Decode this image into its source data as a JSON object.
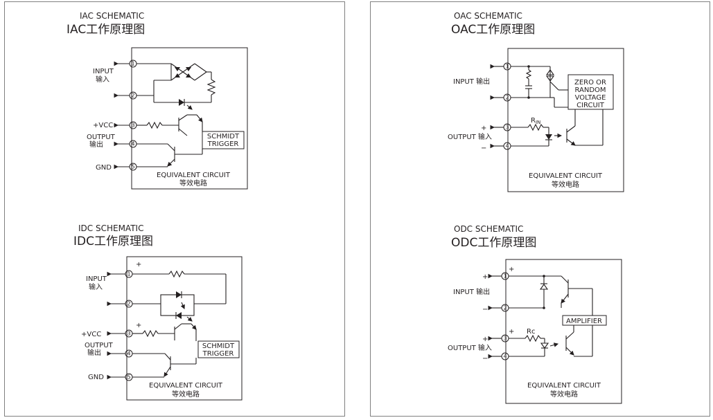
{
  "iac": {
    "subtitle": "IAC SCHEMATIC",
    "title": "IAC工作原理图",
    "pins": [
      "1",
      "2",
      "3",
      "4",
      "5"
    ],
    "input_en": "INPUT",
    "input_zh": "输入",
    "vcc": "+VCC",
    "output_en": "OUTPUT",
    "output_zh": "输出",
    "gnd": "GND",
    "trigger_1": "SCHMIDT",
    "trigger_2": "TRIGGER",
    "footer_en": "EQUIVALENT CIRCUIT",
    "footer_zh": "等效电路"
  },
  "idc": {
    "subtitle": "IDC SCHEMATIC",
    "title": "IDC工作原理图",
    "pins": [
      "1",
      "2",
      "3",
      "4",
      "5"
    ],
    "plus": "+",
    "input_en": "INPUT",
    "input_zh": "输入",
    "vcc": "+VCC",
    "output_en": "OUTPUT",
    "output_zh": "输出",
    "gnd": "GND",
    "trigger_1": "SCHMIDT",
    "trigger_2": "TRIGGER",
    "footer_en": "EQUIVALENT CIRCUIT",
    "footer_zh": "等效电路"
  },
  "oac": {
    "subtitle": "OAC SCHEMATIC",
    "title": "OAC工作原理图",
    "pins": [
      "1",
      "2",
      "3",
      "4"
    ],
    "input": "INPUT 输出",
    "output": "OUTPUT 输入",
    "plus": "+",
    "minus": "−",
    "rin": "R",
    "rin_sub": "IN",
    "zc_1": "ZERO OR",
    "zc_2": "RANDOM",
    "zc_3": "VOLTAGE",
    "zc_4": "CIRCUIT",
    "footer_en": "EQUIVALENT CIRCUIT",
    "footer_zh": "等效电路"
  },
  "odc": {
    "subtitle": "ODC SCHEMATIC",
    "title": "ODC工作原理图",
    "pins": [
      "1",
      "2",
      "3",
      "4"
    ],
    "input": "INPUT 输出",
    "output": "OUTPUT 输入",
    "plus": "+",
    "minus": "−",
    "rc": "Rc",
    "amplifier": "AMPLIFIER",
    "footer_en": "EQUIVALENT CIRCUIT",
    "footer_zh": "等效电路"
  }
}
